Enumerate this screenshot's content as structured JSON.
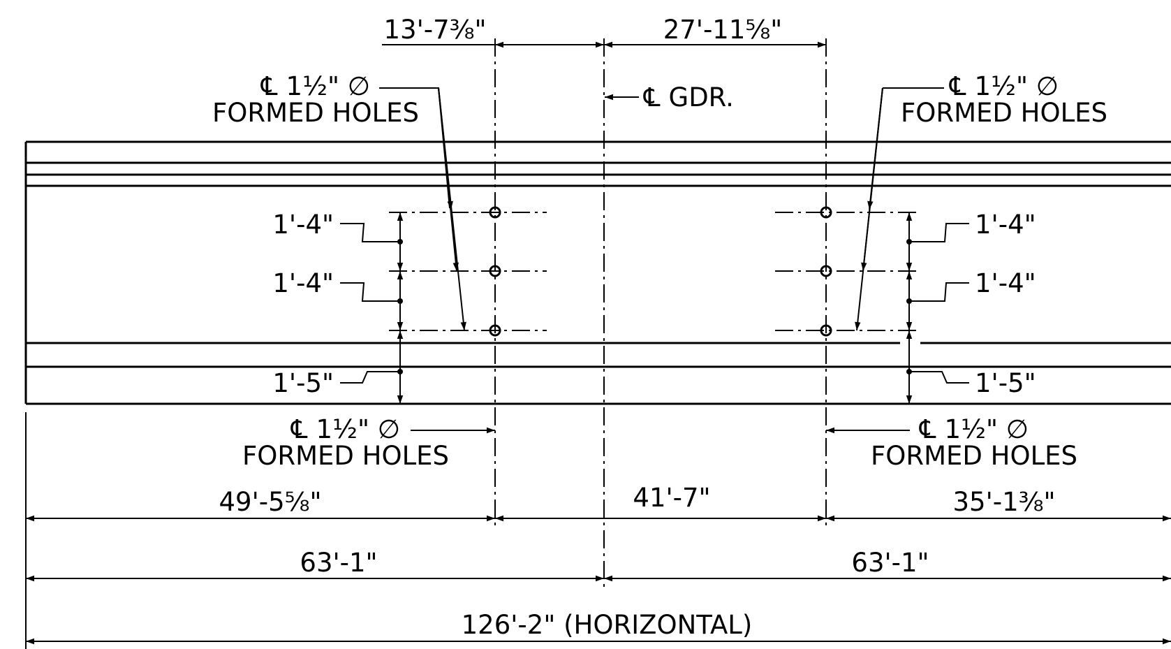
{
  "dimensions": {
    "top_left": "13'-7⅜\"",
    "top_right": "27'-11⅝\"",
    "left_segment": "49'-5⅝\"",
    "middle_segment": "41'-7\"",
    "right_segment": "35'-1⅜\"",
    "left_half": "63'-1\"",
    "right_half": "63'-1\"",
    "overall": "126'-2\" (HORIZONTAL)"
  },
  "hole_spacing": {
    "left": [
      "1'-4\"",
      "1'-4\"",
      "1'-5\""
    ],
    "right": [
      "1'-4\"",
      "1'-4\"",
      "1'-5\""
    ]
  },
  "callouts": {
    "holes_upper_left": [
      "℄ 1½\" ∅",
      "FORMED HOLES"
    ],
    "holes_upper_right": [
      "℄ 1½\" ∅",
      "FORMED HOLES"
    ],
    "holes_lower_left": [
      "℄ 1½\" ∅",
      "FORMED HOLES"
    ],
    "holes_lower_right": [
      "℄ 1½\" ∅",
      "FORMED HOLES"
    ],
    "girder_centerline": "℄ GDR."
  }
}
